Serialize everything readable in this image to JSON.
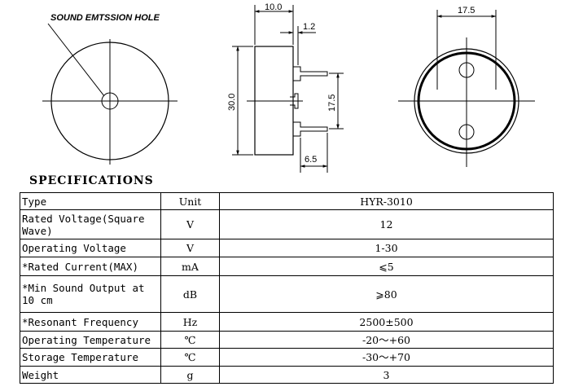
{
  "drawing": {
    "hole_label": "SOUND EMTSSION HOLE",
    "dims": {
      "side_width": "10.0",
      "pin_thickness": "1.2",
      "height": "30.0",
      "pin_spacing": "17.5",
      "pin_length": "6.5",
      "top_spacing": "17.5"
    }
  },
  "spec": {
    "title": "SPECIFICATIONS",
    "rows": [
      {
        "label": "Type",
        "unit": "Unit",
        "value": "HYR-3010"
      },
      {
        "label": "Rated Voltage(Square Wave)",
        "unit": "V",
        "value": "12"
      },
      {
        "label": "Operating Voltage",
        "unit": "V",
        "value": "1-30"
      },
      {
        "label": "*Rated Current(MAX)",
        "unit": "mA",
        "value": "⩽5"
      },
      {
        "label": "*Min Sound Output at 10 cm",
        "unit": "dB",
        "value": "⩾80"
      },
      {
        "label": "*Resonant Frequency",
        "unit": "Hz",
        "value": "2500±500"
      },
      {
        "label": "Operating Temperature",
        "unit": "℃",
        "value": "-20～+60"
      },
      {
        "label": "Storage Temperature",
        "unit": "℃",
        "value": "-30～+70"
      },
      {
        "label": "Weight",
        "unit": "g",
        "value": "3"
      }
    ]
  }
}
